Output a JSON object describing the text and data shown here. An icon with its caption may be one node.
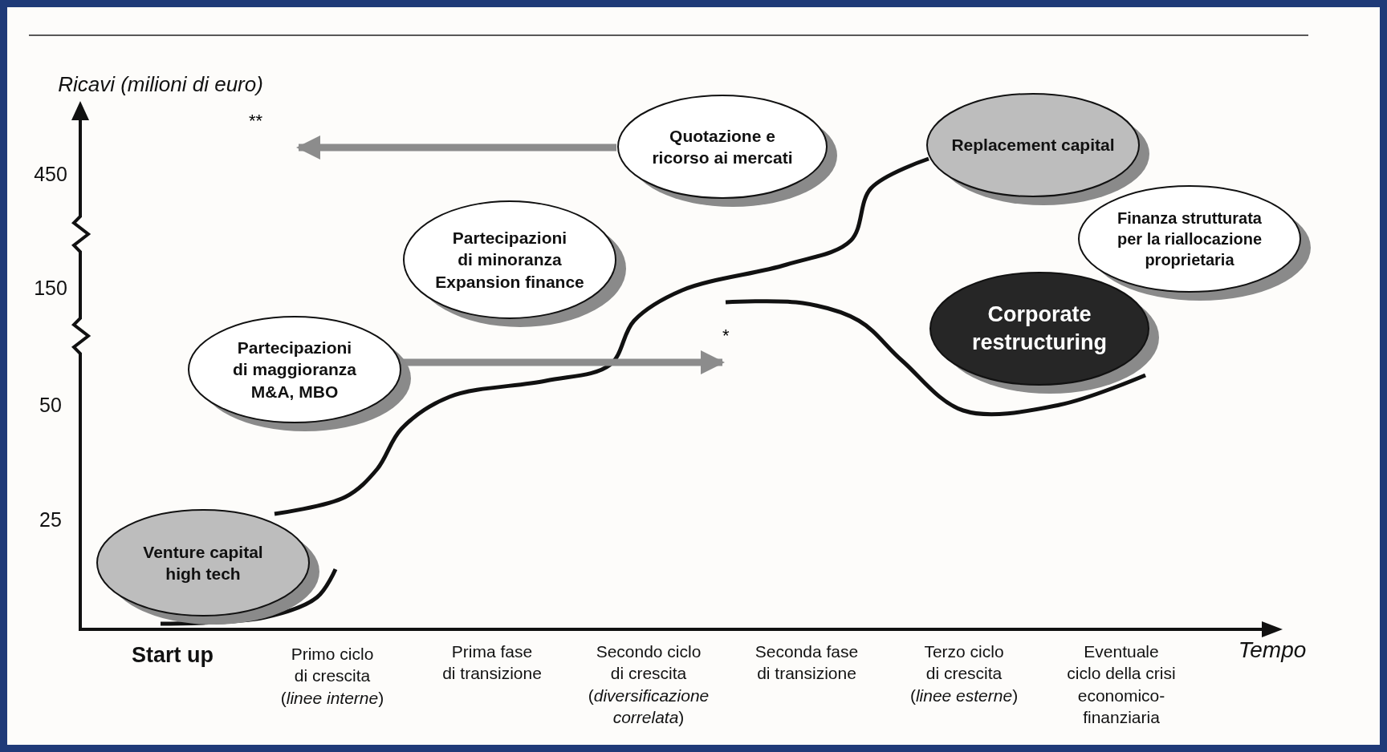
{
  "diagram": {
    "nodes": [
      {
        "text": [
          "Venture capital high tech"
        ]
      },
      {
        "text": [
          "Partecipazioni di maggioranza M&A, MBO"
        ]
      },
      {
        "text": [
          "Partecipazioni di minoranza Expansion finance"
        ]
      },
      {
        "text": [
          "Quotazione e ricorso ai mercati"
        ]
      },
      {
        "text": [
          "Replacement capital"
        ]
      },
      {
        "text": [
          "Finanza strutturata per la riallocazione proprietaria"
        ]
      },
      {
        "text": [
          "Corporate restructuring"
        ]
      },
      {
        "text": [
          "**"
        ]
      },
      {
        "text": [
          "*"
        ]
      }
    ],
    "edges": [
      {
        "from": 3,
        "to": 7,
        "arrow": "to"
      },
      {
        "from": 1,
        "to": 8,
        "arrow": "to"
      }
    ],
    "labels": [
      "Ricavi (milioni di euro)",
      "450",
      "150",
      "50",
      "25",
      "Start up",
      "Primo ciclo di crescita (*linee interne*)",
      "Prima fase di transizione",
      "Secondo ciclo di crescita (*diversificazione correlata*)",
      "Seconda fase di transizione",
      "Terzo ciclo di crescita (*linee esterne*)",
      "Eventuale ciclo della crisi economico-finanziaria",
      "Tempo"
    ]
  }
}
